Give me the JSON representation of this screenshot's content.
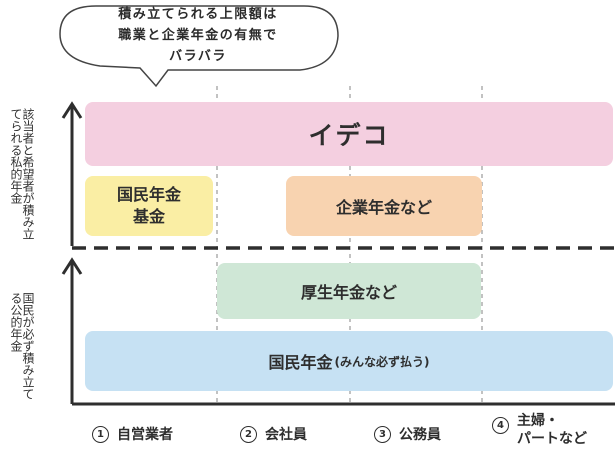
{
  "bubble": {
    "line1": "積み立てられる上限額は",
    "line2": "職業と企業年金の有無で",
    "line3": "バラバラ"
  },
  "axis": {
    "upper_label": "該当者と希望者が積み立てられる私的年金",
    "lower_label": "国民が必ず積み立てる公的年金"
  },
  "boxes": {
    "ideco": "イデコ",
    "kokumin_kikin_line1": "国民年金",
    "kokumin_kikin_line2": "基金",
    "kigyo": "企業年金など",
    "kosei": "厚生年金など",
    "kokumin": "国民年金",
    "kokumin_note": "(みんな必ず払う)"
  },
  "categories": [
    {
      "num": "1",
      "label": "自営業者"
    },
    {
      "num": "2",
      "label": "会社員"
    },
    {
      "num": "3",
      "label": "公務員"
    },
    {
      "num": "4",
      "label_line1": "主婦・",
      "label_line2": "パートなど"
    }
  ],
  "colors": {
    "ideco": "#f4cfe0",
    "kokumin_kikin": "#faeea4",
    "kigyo": "#f8d3b0",
    "kosei": "#cfe7d6",
    "kokumin": "#c6e1f3"
  }
}
